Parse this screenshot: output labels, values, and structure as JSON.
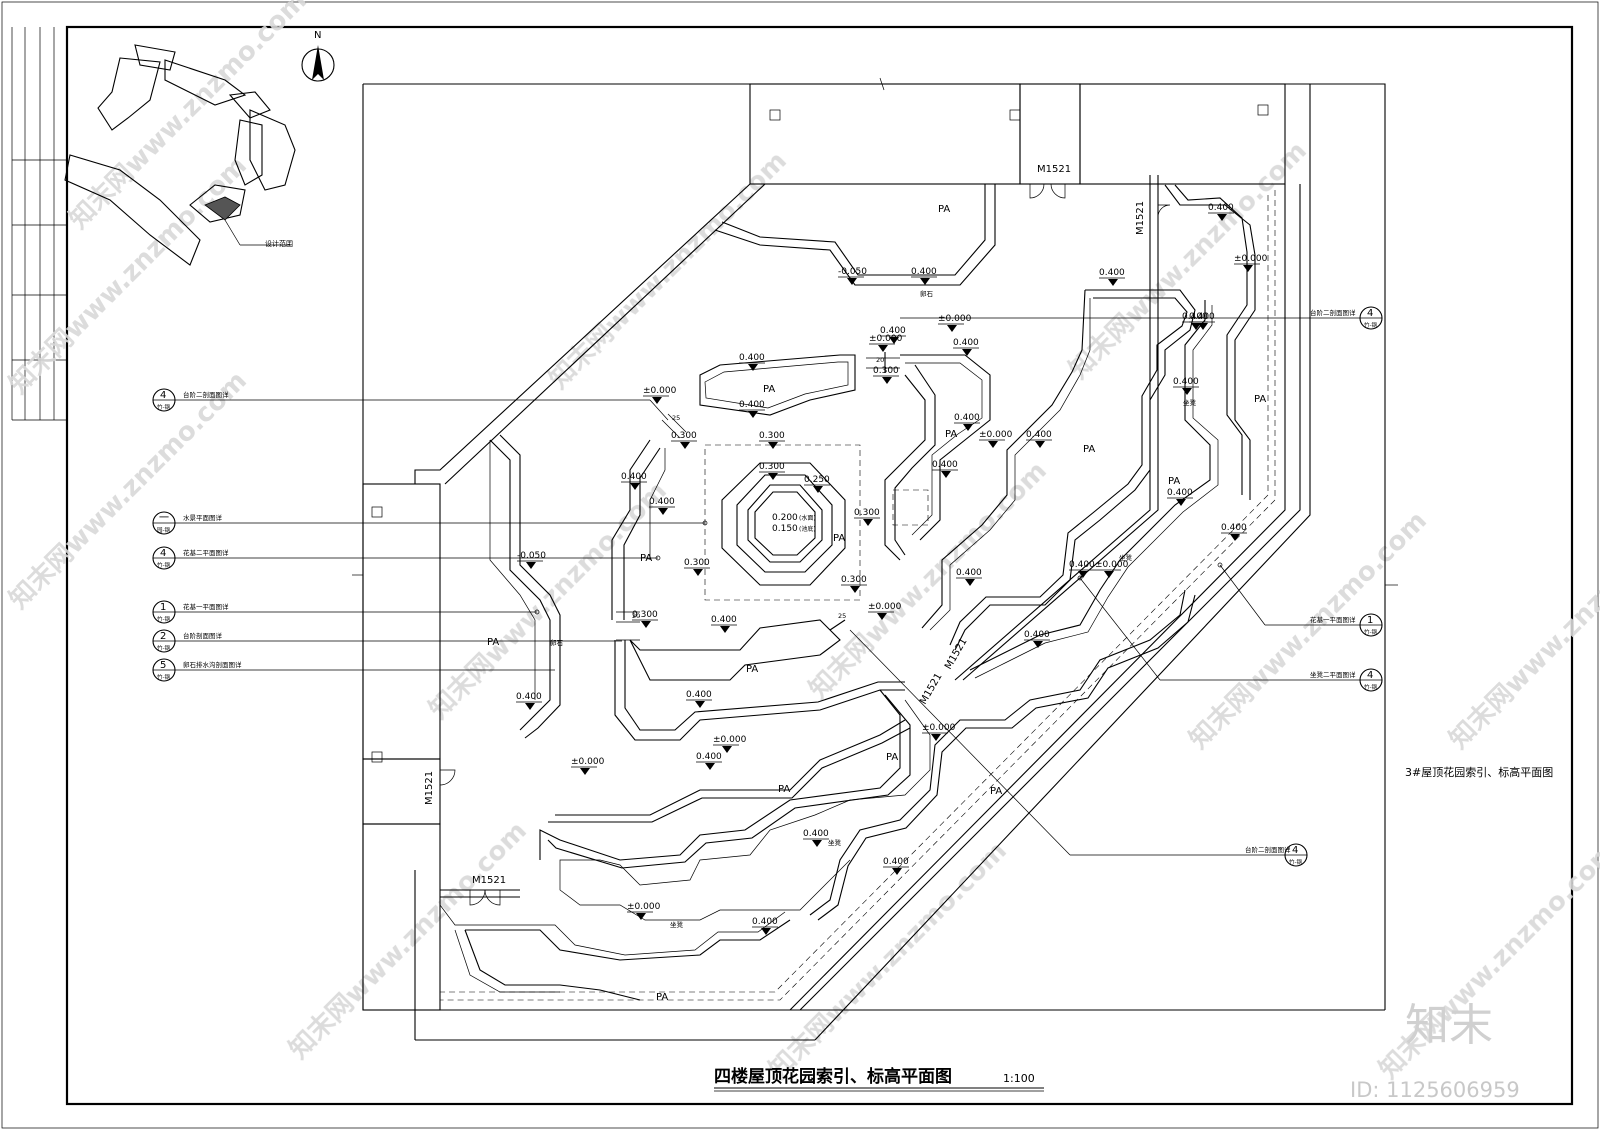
{
  "drawing": {
    "title": "四楼屋顶花园索引、标高平面图",
    "scale": "1:100",
    "side_title": "3#屋顶花园索引、标高平面图",
    "north": "N",
    "key_plan_label": "设计范围",
    "brand": "知末",
    "id_text": "ID: 1125606959",
    "watermark": "知末网www.znzmo.com"
  },
  "elevations": [
    {
      "text": "-0.050"
    },
    {
      "text": "0.400"
    },
    {
      "text": "0.400"
    },
    {
      "text": "±0.000"
    },
    {
      "text": "±0.000"
    },
    {
      "text": "0.400"
    },
    {
      "text": "0.300"
    },
    {
      "text": "0.400"
    },
    {
      "text": "±0.000"
    },
    {
      "text": "0.400"
    },
    {
      "text": "0.300"
    },
    {
      "text": "0.300"
    },
    {
      "text": "0.300"
    },
    {
      "text": "0.250"
    },
    {
      "text": "0.400"
    },
    {
      "text": "0.400"
    },
    {
      "text": "0.300"
    },
    {
      "text": "0.300"
    },
    {
      "text": "0.300"
    },
    {
      "text": "±0.000"
    },
    {
      "text": "0.300"
    },
    {
      "text": "0.400"
    },
    {
      "text": "0.400"
    },
    {
      "text": "±0.000"
    },
    {
      "text": "0.400"
    },
    {
      "text": "0.400"
    },
    {
      "text": "±0.000"
    },
    {
      "text": "0.400"
    },
    {
      "text": "0.400"
    },
    {
      "text": "0.400"
    },
    {
      "text": "0.400"
    },
    {
      "text": "0.400"
    },
    {
      "text": "0.400"
    },
    {
      "text": "0.400"
    },
    {
      "text": "±0.000"
    },
    {
      "text": "0.400"
    },
    {
      "text": "0.400"
    },
    {
      "text": "0.400"
    },
    {
      "text": "±0.000"
    },
    {
      "text": "0.400"
    },
    {
      "text": "±0.000"
    },
    {
      "text": "0.400"
    },
    {
      "text": "±0.000"
    },
    {
      "text": "0.400"
    },
    {
      "text": "0.400"
    },
    {
      "text": "±0.000"
    },
    {
      "text": "0.400"
    },
    {
      "text": "-0.050"
    },
    {
      "text": "0.400"
    }
  ],
  "pond": {
    "water_level": "0.200",
    "water_note": "(水面)",
    "bottom_level": "0.150",
    "bottom_note": "(池底)"
  },
  "areas": [
    "PA",
    "PA",
    "PA",
    "PA",
    "PA",
    "PA",
    "PA",
    "PA",
    "PA",
    "PA",
    "PA",
    "PA",
    "PA",
    "PA"
  ],
  "features": [
    "卵石",
    "卵石",
    "坐凳",
    "坐凳",
    "坐凳",
    "坐凳"
  ],
  "doors": [
    "M1521",
    "M1521",
    "M1521",
    "M1521",
    "M1521",
    "M1521"
  ],
  "left_callouts": [
    {
      "num": "4",
      "sheet": "竹-钢",
      "label": "台阶二剖面图详"
    },
    {
      "num": "一",
      "sheet": "园-钢",
      "label": "水景平面图详"
    },
    {
      "num": "4",
      "sheet": "竹-钢",
      "label": "花基二平面图详"
    },
    {
      "num": "1",
      "sheet": "竹-钢",
      "label": "花基一平面图详"
    },
    {
      "num": "2",
      "sheet": "竹-钢",
      "label": "台阶剖面图详"
    },
    {
      "num": "5",
      "sheet": "竹-钢",
      "label": "卵石排水沟剖面图详"
    }
  ],
  "right_callouts": [
    {
      "num": "4",
      "sheet": "竹-钢",
      "label": "台阶二剖面图详"
    },
    {
      "num": "1",
      "sheet": "竹-钢",
      "label": "花基一平面图详"
    },
    {
      "num": "4",
      "sheet": "竹-钢",
      "label": "坐凳二平面图详"
    },
    {
      "num": "4",
      "sheet": "竹-钢",
      "label": "台阶二剖面图详"
    }
  ],
  "dim_marks": [
    "20",
    "25",
    "20",
    "25"
  ]
}
